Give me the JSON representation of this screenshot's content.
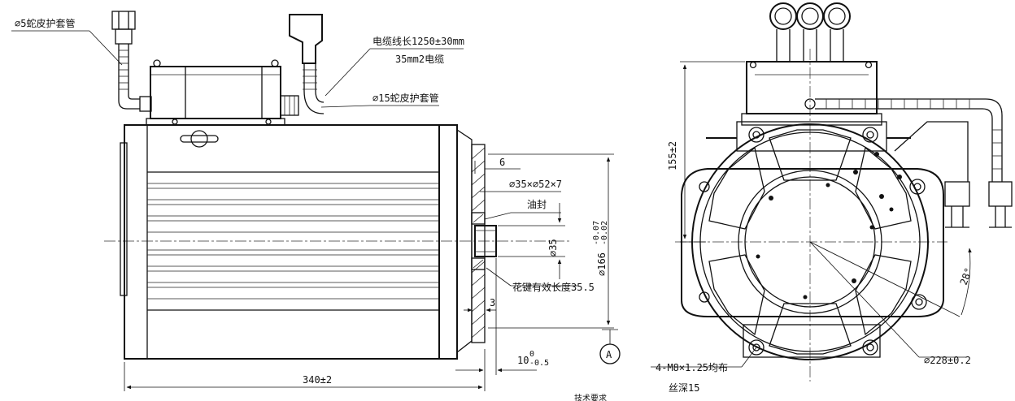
{
  "side_view": {
    "labels": {
      "conduit_small": "⌀5蛇皮护套管",
      "cable_length": "电缆线长1250±30mm",
      "cable_spec": "35mm2电缆",
      "conduit_large": "⌀15蛇皮护套管",
      "dim_6": "6",
      "bearing": "⌀35×⌀52×7",
      "oil_seal": "油封",
      "dim_shaft": "⌀35",
      "dim_flange": "⌀166",
      "dim_flange_tol_upper": "-0.07",
      "dim_flange_tol_lower": "-0.02",
      "spline": "花键有效长度35.5",
      "dim_3": "3",
      "dim_10": "10",
      "dim_10_tol_upper": "0",
      "dim_10_tol_lower": "-0.5",
      "datum_a": "A",
      "overall_length": "340±2",
      "footer_fragment": "技术要求"
    }
  },
  "front_view": {
    "labels": {
      "height": "155±2",
      "angle": "28°",
      "bolt_circle": "⌀228±0.2",
      "holes": "4-M8×1.25均布",
      "thread_depth": "丝深15"
    }
  }
}
